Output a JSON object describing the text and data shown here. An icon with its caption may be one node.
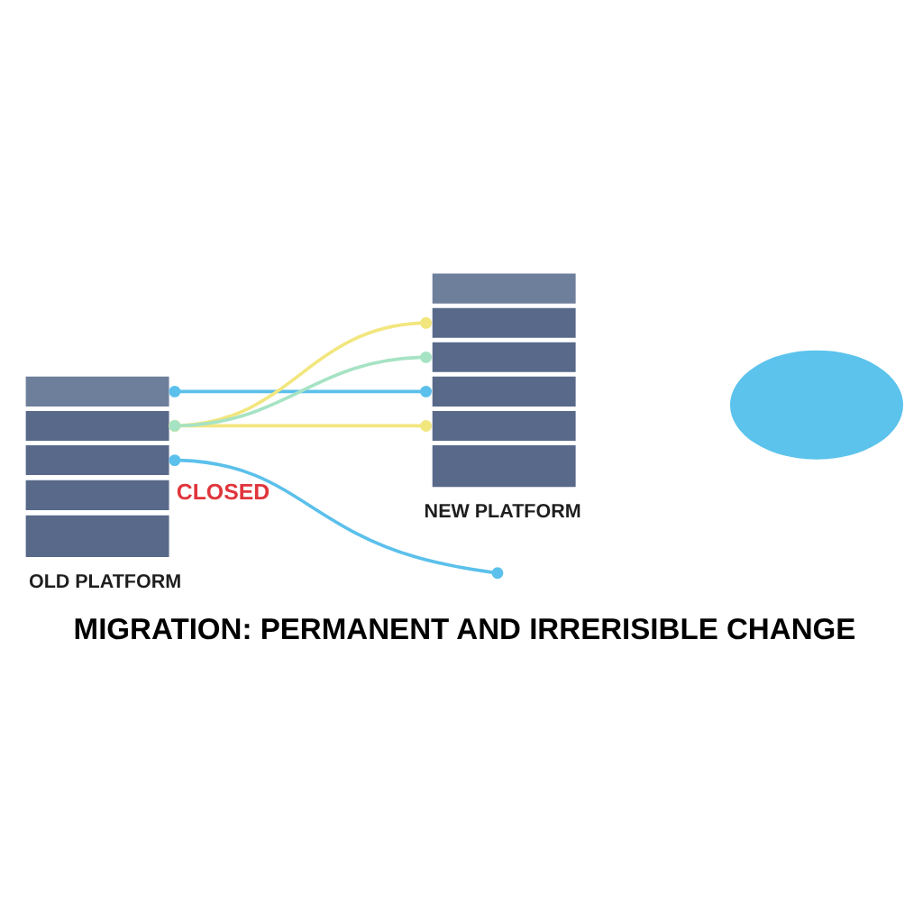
{
  "diagram": {
    "title": "MIGRATION: PERMANENT AND IRRERISIBLE CHANGE",
    "nodes": [
      {
        "text": [
          "OLD PLATFORM"
        ],
        "beside": [
          "CLOSED"
        ]
      },
      {
        "text": [
          "NEW PLATFORM"
        ]
      },
      {
        "text": [],
        "shape": "cloud"
      }
    ],
    "edges": [
      {
        "from": 0,
        "to": 1,
        "arrow": "other",
        "color": "#5bc0eb"
      },
      {
        "from": 0,
        "to": 1,
        "arrow": "other",
        "color": "#f2e67e"
      },
      {
        "from": 0,
        "to": 1,
        "arrow": "other",
        "color": "#f2e67e"
      },
      {
        "from": 0,
        "to": 1,
        "arrow": "other",
        "color": "#a6e3c4"
      },
      {
        "from": 0,
        "to": null,
        "arrow": "other",
        "color": "#5bc0eb"
      }
    ]
  }
}
